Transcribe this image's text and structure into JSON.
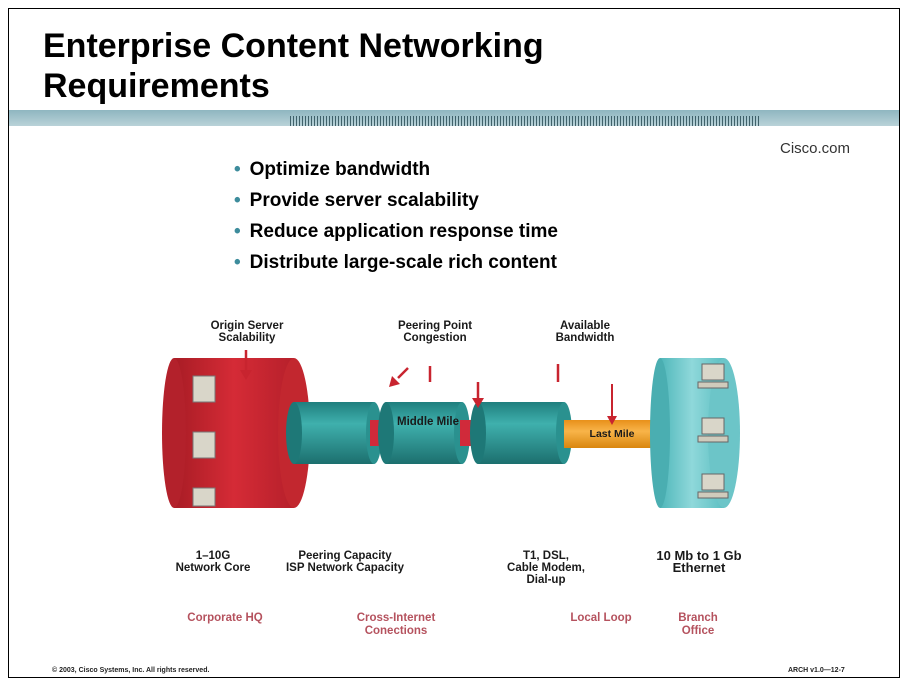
{
  "slide": {
    "title_line1": "Enterprise Content Networking",
    "title_line2": "Requirements",
    "brand": "Cisco.com",
    "bullets": [
      "Optimize bandwidth",
      "Provide server scalability",
      "Reduce application response time",
      "Distribute large-scale rich content"
    ],
    "footer_left": "© 2003, Cisco Systems, Inc. All rights reserved.",
    "footer_right": "ARCH v1.0—12-7"
  },
  "diagram": {
    "top_labels": {
      "origin": [
        "Origin Server",
        "Scalability"
      ],
      "peering": [
        "Peering Point",
        "Congestion"
      ],
      "bandwidth": [
        "Available",
        "Bandwidth"
      ]
    },
    "segment_labels": {
      "middle_mile": "Middle Mile",
      "last_mile": "Last Mile"
    },
    "bottom_labels": {
      "core": [
        "1–10G",
        "Network Core"
      ],
      "peering_capacity": [
        "Peering Capacity",
        "ISP Network Capacity"
      ],
      "access": [
        "T1, DSL,",
        "Cable Modem,",
        "Dial-up"
      ],
      "ethernet": [
        "10 Mb to 1 Gb",
        "Ethernet"
      ]
    },
    "region_labels": {
      "hq": "Corporate HQ",
      "internet": [
        "Cross-Internet",
        "Conections"
      ],
      "local_loop": "Local Loop",
      "branch": [
        "Branch",
        "Office"
      ]
    },
    "colors": {
      "core_red": "#c8242f",
      "pipe_teal": "#2f9a98",
      "connector_red": "#d02a3a",
      "last_mile_orange": "#f4a01c",
      "branch_teal": "#6cc5c8",
      "arrow_red": "#c8242f",
      "region_text": "#b5525e"
    }
  }
}
